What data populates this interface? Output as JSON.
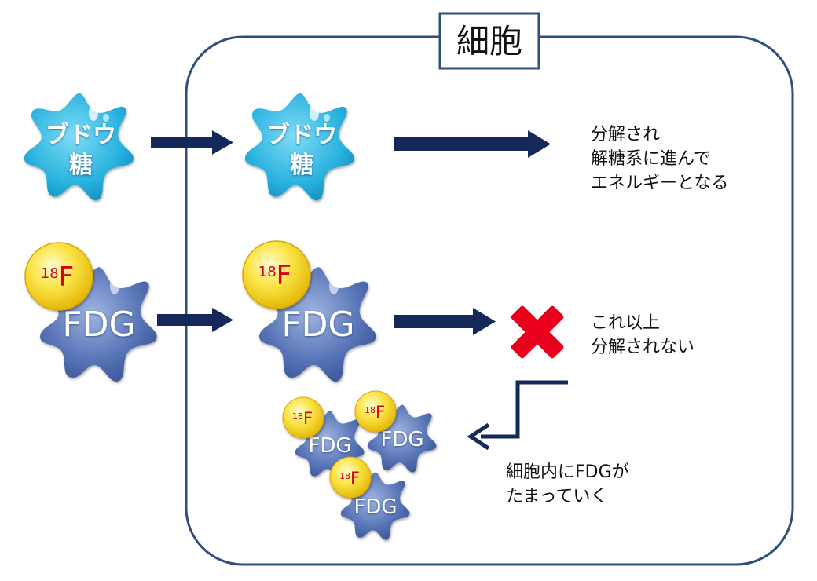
{
  "cell_title": "細胞",
  "glucose_label": [
    "ブドウ",
    "糖"
  ],
  "fdg_label": "FDG",
  "isotope": {
    "mass": "18",
    "symbol": "F"
  },
  "captions": {
    "glucose": [
      "分解され",
      "解糖系に進んで",
      "エネルギーとなる"
    ],
    "fdg_stop": [
      "これ以上",
      "分解されない"
    ],
    "accumulate": [
      "細胞内にFDGが",
      "たまっていく"
    ]
  },
  "colors": {
    "frame": "#2e4f7c",
    "arrow": "#14285a",
    "glucose_fill": "#29b6e0",
    "fdg_fill": "#4d6cb0",
    "isotope_fill": "#f7d630",
    "isotope_text": "#d6001c",
    "cross": "#e8001c"
  }
}
